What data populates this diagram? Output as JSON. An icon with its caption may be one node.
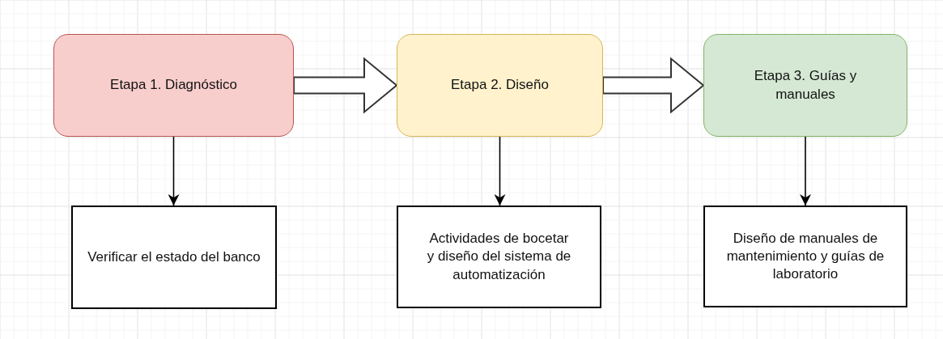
{
  "diagram": {
    "nodes": [
      {
        "text": [
          "Etapa 1. Diagnóstico"
        ]
      },
      {
        "text": [
          "Etapa 2. Diseño"
        ]
      },
      {
        "text": [
          "Etapa 3. Guías y manuales"
        ]
      },
      {
        "text": [
          "Verificar el estado del banco"
        ]
      },
      {
        "text": [
          "Actividades de bocetar y diseño del sistema de automatización"
        ]
      },
      {
        "text": [
          "Diseño de manuales de mantenimiento y guías de laboratorio"
        ]
      }
    ],
    "edges": [
      {
        "from": 0,
        "to": 1,
        "arrow": "to",
        "style": "thick"
      },
      {
        "from": 1,
        "to": 2,
        "arrow": "to",
        "style": "thick"
      },
      {
        "from": 0,
        "to": 3,
        "arrow": "to"
      },
      {
        "from": 1,
        "to": 4,
        "arrow": "to"
      },
      {
        "from": 2,
        "to": 5,
        "arrow": "to"
      }
    ]
  }
}
